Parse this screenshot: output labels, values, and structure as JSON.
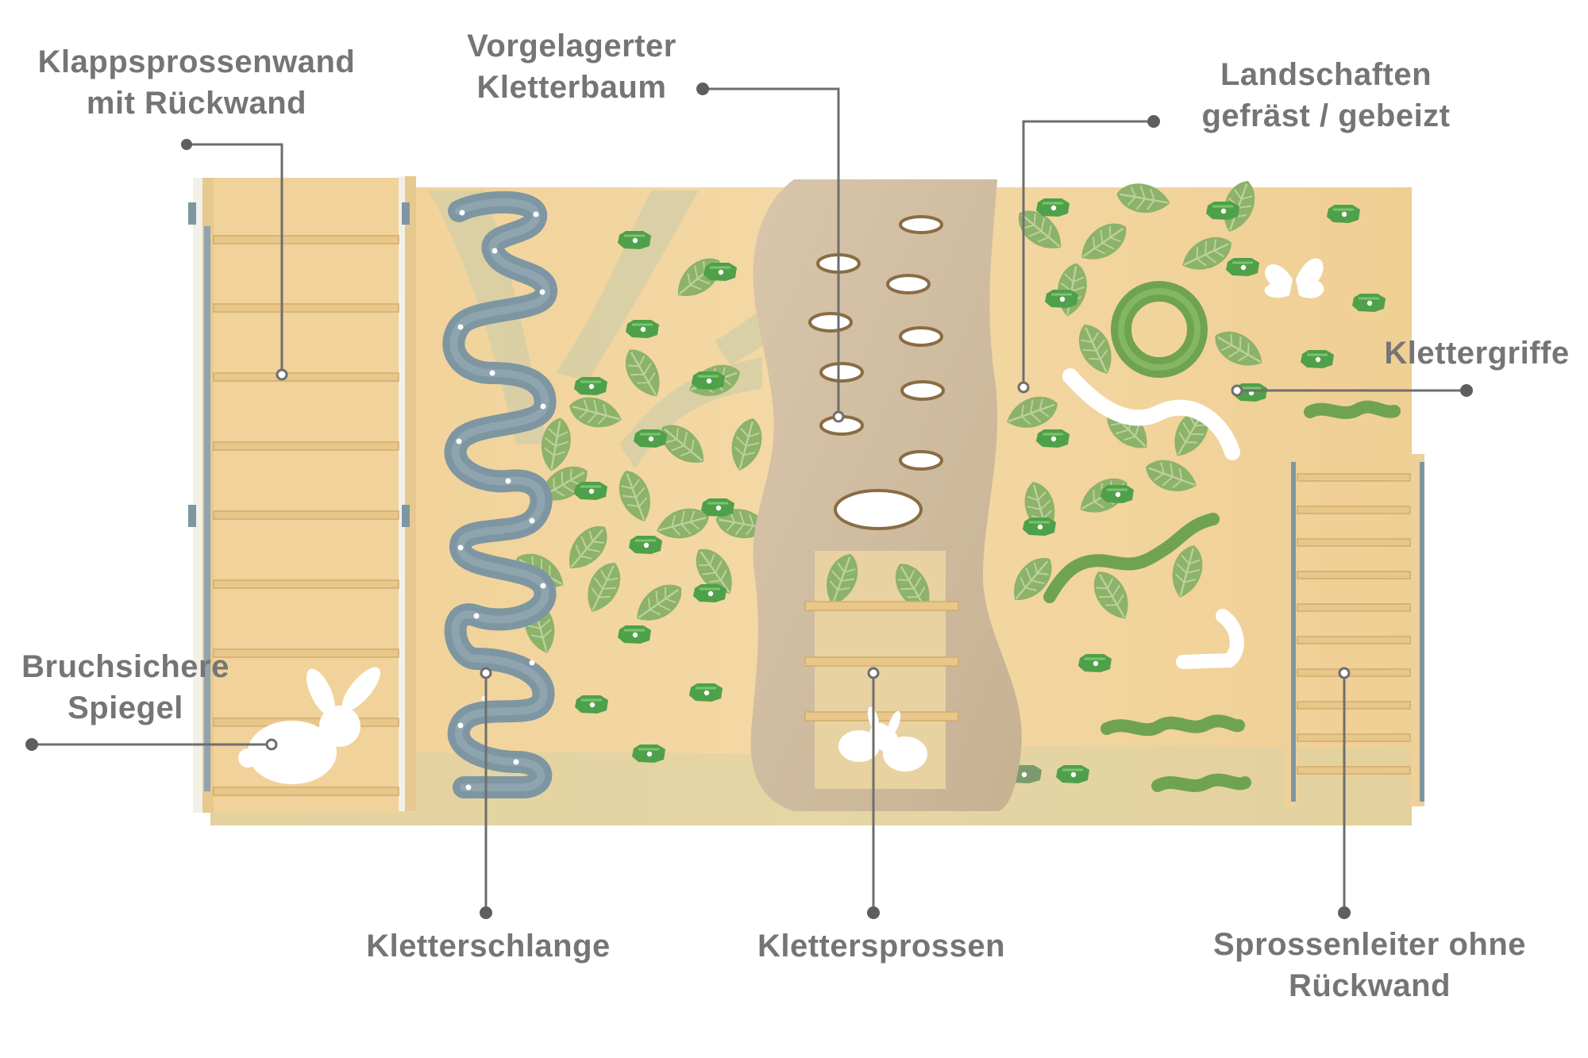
{
  "labels": {
    "klappsprossenwand": {
      "line1": "Klappsprossenwand",
      "line2": "mit Rückwand"
    },
    "kletterbaum": {
      "line1": "Vorgelagerter",
      "line2": "Kletterbaum"
    },
    "landschaften": {
      "line1": "Landschaften",
      "line2": "gefräst / gebeizt"
    },
    "klettergriffe": {
      "line1": "Klettergriffe"
    },
    "spiegel": {
      "line1": "Bruchsichere",
      "line2": "Spiegel"
    },
    "kletterschlange": {
      "line1": "Kletterschlange"
    },
    "klettersprossen": {
      "line1": "Klettersprossen"
    },
    "sprossenleiter": {
      "line1": "Sprossenleiter ohne",
      "line2": "Rückwand"
    }
  },
  "colors": {
    "wood": "#F2D49A",
    "leaf": "#8DB26A",
    "leaf_dark": "#6F9950",
    "snake": "#7E96A2",
    "tree": "#CDB99E",
    "hold": "#4FA04A",
    "callout": "#6E6E6E",
    "label": "#757575"
  }
}
